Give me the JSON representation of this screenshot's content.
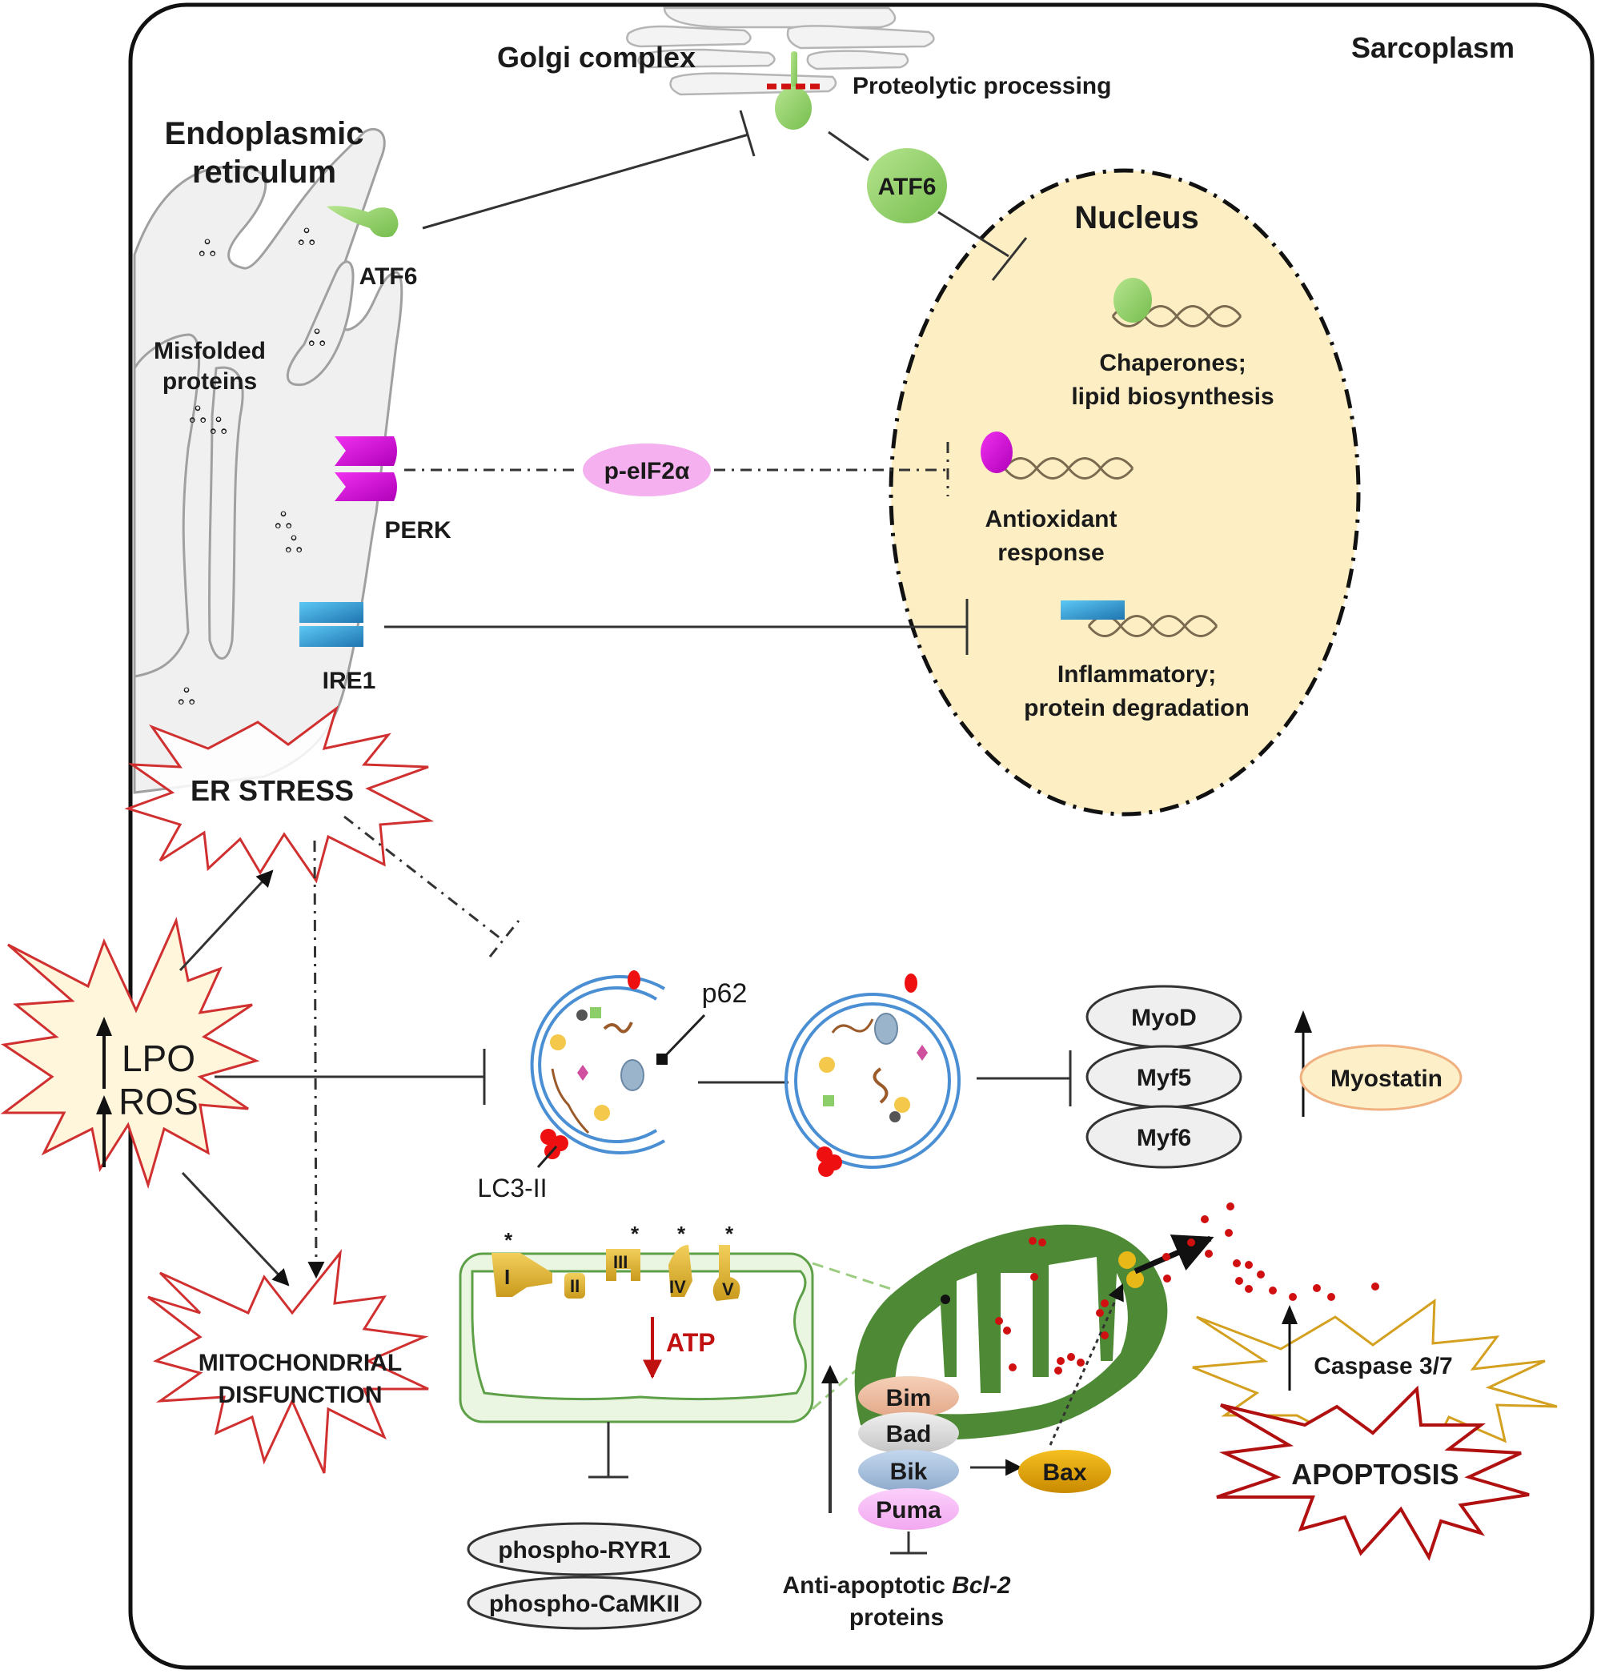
{
  "diagram": {
    "compartments": {
      "sarcoplasm": "Sarcoplasm",
      "golgi": "Golgi complex",
      "er_line1": "Endoplasmic",
      "er_line2": "reticulum",
      "nucleus": "Nucleus"
    },
    "er_stress_sensors": {
      "atf6": "ATF6",
      "perk": "PERK",
      "ire1": "IRE1",
      "misfolded_line1": "Misfolded",
      "misfolded_line2": "proteins"
    },
    "golgi_step": "Proteolytic processing",
    "atf6_active": "ATF6",
    "perk_mediator": "p-eIF2α",
    "nuclear_responses": [
      {
        "line1": "Chaperones;",
        "line2": "lipid biosynthesis"
      },
      {
        "line1": "Antioxidant",
        "line2": "response"
      },
      {
        "line1": "Inflammatory;",
        "line2": "protein degradation"
      }
    ],
    "stress_bursts": {
      "er_stress": "ER STRESS",
      "lpo": "LPO",
      "ros": "ROS",
      "mito_line1": "MITOCHONDRIAL",
      "mito_line2": "DISFUNCTION",
      "caspase": "Caspase 3/7",
      "apoptosis": "APOPTOSIS"
    },
    "autophagy": {
      "p62": "p62",
      "lc3": "LC3-II"
    },
    "myogenic_factors": [
      "MyoD",
      "Myf5",
      "Myf6"
    ],
    "myostatin": "Myostatin",
    "etc_complexes": [
      "I",
      "II",
      "III",
      "IV",
      "V"
    ],
    "atp": "ATP",
    "calcium_targets": [
      "phospho-RYR1",
      "phospho-CaMKII"
    ],
    "pro_apoptotic": [
      "Bim",
      "Bad",
      "Bik",
      "Puma"
    ],
    "bax": "Bax",
    "anti_apoptotic_line1_prefix": "Anti-apoptotic ",
    "anti_apoptotic_line1_italic": "Bcl-2",
    "anti_apoptotic_line2": "proteins",
    "colors": {
      "stress_red": "#d03030",
      "apoptosis_red": "#b01010",
      "caspase_gold": "#d4a020",
      "nucleus_fill": "#fdefc3",
      "mito_green": "#4e8a35",
      "atf6_green": "#8fd06a",
      "perk_magenta": "#d010d0",
      "ire1_blue": "#3aa8e0",
      "peif_pink": "#f5b0f0",
      "lpo_fill": "#fff6dc",
      "myostatin_fill": "#fdf0c8"
    }
  }
}
